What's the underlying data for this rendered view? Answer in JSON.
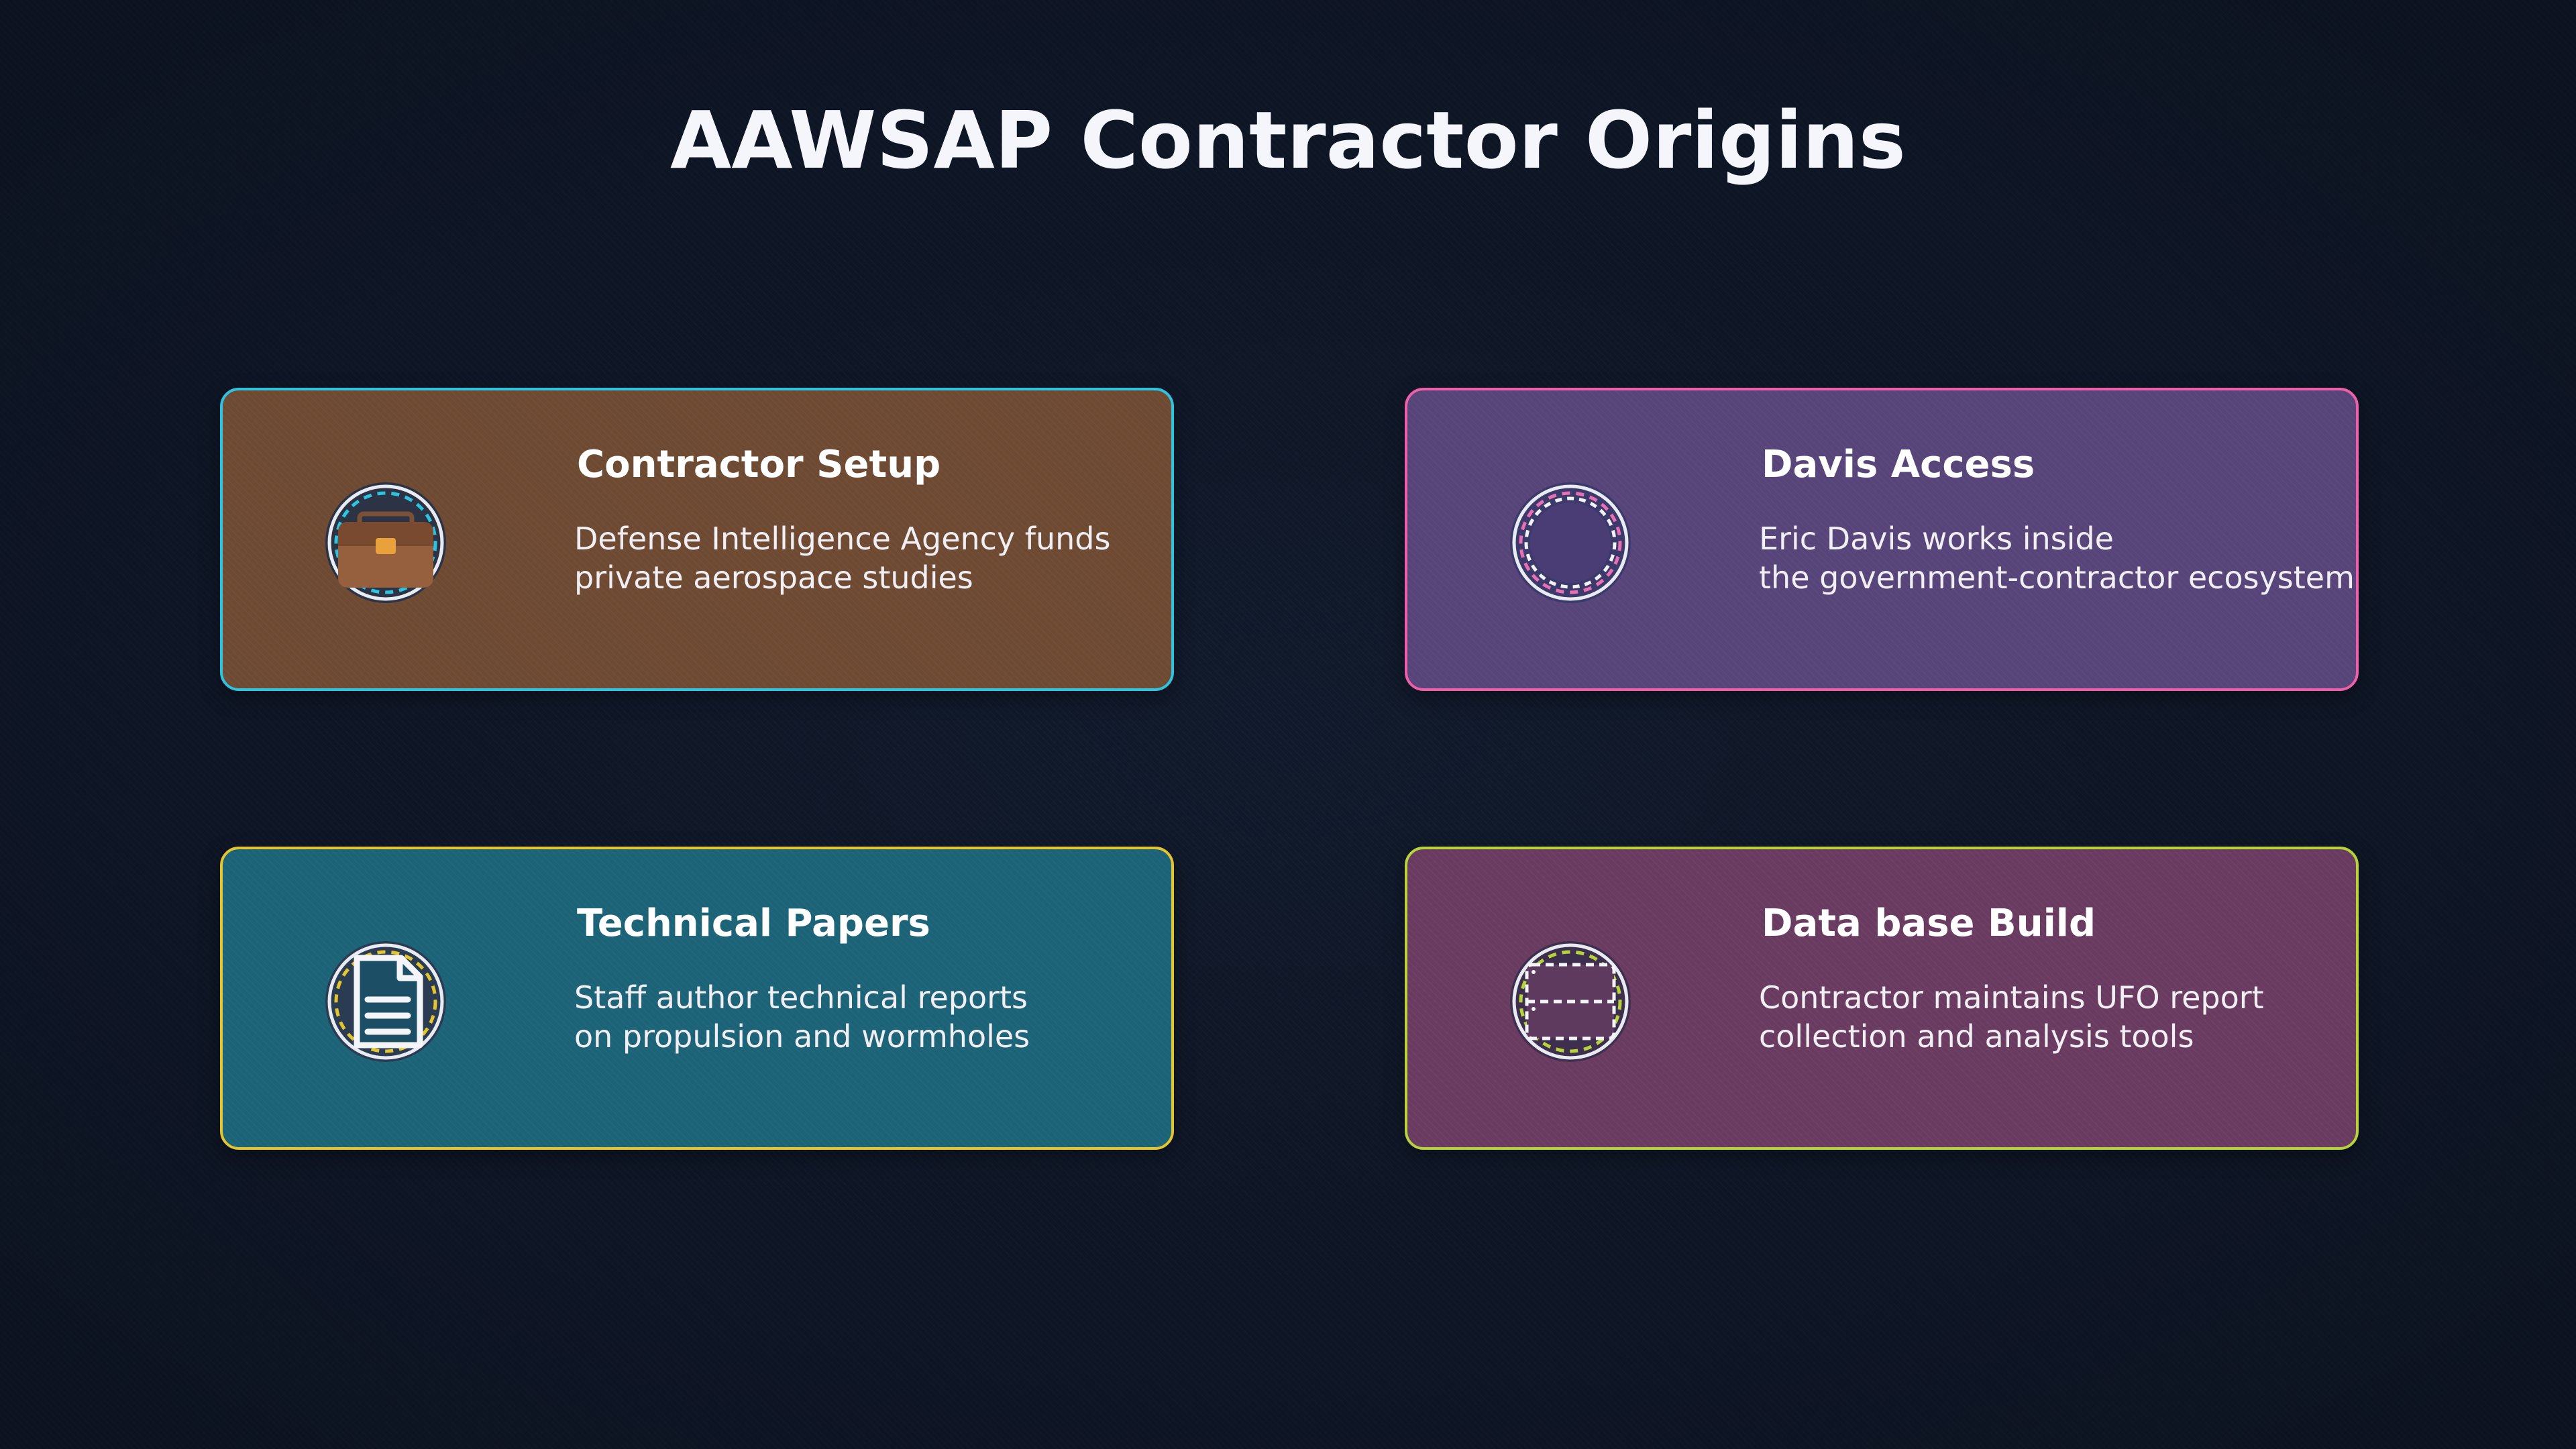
{
  "title": "AAWSAP Contractor Origins",
  "cards": [
    {
      "title": "Contractor Setup",
      "lines": [
        "Defense Intelligence Agency funds",
        "private aerospace studies"
      ],
      "icon": "briefcase-icon",
      "fill": "#6e4a33",
      "border": "#2ec4e0"
    },
    {
      "title": "Davis Access",
      "lines": [
        "Eric Davis works inside",
        "the government-contractor ecosystem"
      ],
      "icon": "dashed-circle-icon",
      "fill": "#574479",
      "border": "#ee5fa9"
    },
    {
      "title": "Technical Papers",
      "lines": [
        "Staff author technical reports",
        "on propulsion and wormholes"
      ],
      "icon": "document-icon",
      "fill": "#1c6378",
      "border": "#e3c52f"
    },
    {
      "title": "Data base Build",
      "lines": [
        "Contractor maintains UFO report",
        "collection and analysis tools"
      ],
      "icon": "database-icon",
      "fill": "#6a3b60",
      "border": "#b6d43a"
    }
  ]
}
